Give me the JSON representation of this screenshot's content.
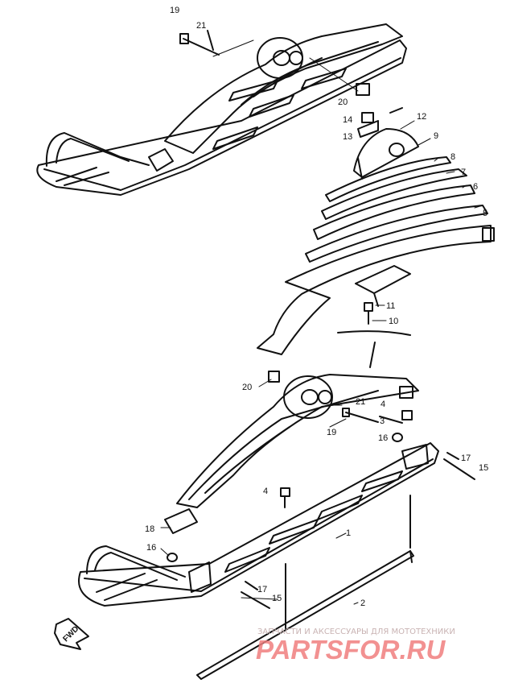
{
  "labels": [
    {
      "id": "19a",
      "text": "19"
    },
    {
      "id": "21a",
      "text": "21"
    },
    {
      "id": "20a",
      "text": "20"
    },
    {
      "id": "14",
      "text": "14"
    },
    {
      "id": "13",
      "text": "13"
    },
    {
      "id": "12",
      "text": "12"
    },
    {
      "id": "9",
      "text": "9"
    },
    {
      "id": "8",
      "text": "8"
    },
    {
      "id": "7",
      "text": "7"
    },
    {
      "id": "6",
      "text": "6"
    },
    {
      "id": "5",
      "text": "5"
    },
    {
      "id": "11",
      "text": "11"
    },
    {
      "id": "10",
      "text": "10"
    },
    {
      "id": "20b",
      "text": "20"
    },
    {
      "id": "21b",
      "text": "21"
    },
    {
      "id": "19b",
      "text": "19"
    },
    {
      "id": "4a",
      "text": "4"
    },
    {
      "id": "3",
      "text": "3"
    },
    {
      "id": "16a",
      "text": "16"
    },
    {
      "id": "17a",
      "text": "17"
    },
    {
      "id": "15a",
      "text": "15"
    },
    {
      "id": "4b",
      "text": "4"
    },
    {
      "id": "18",
      "text": "18"
    },
    {
      "id": "1",
      "text": "1"
    },
    {
      "id": "16b",
      "text": "16"
    },
    {
      "id": "17b",
      "text": "17"
    },
    {
      "id": "15b",
      "text": "15"
    },
    {
      "id": "2",
      "text": "2"
    }
  ],
  "fwd_marker": "FWD",
  "watermark": {
    "top_text": "ЗАПЧАСТИ И АКСЕССУАРЫ ДЛЯ МОТОТЕХНИКИ",
    "brand": "PARTSFOR.RU"
  },
  "colors": {
    "ink": "#111111",
    "watermark": "#f07e7e"
  }
}
